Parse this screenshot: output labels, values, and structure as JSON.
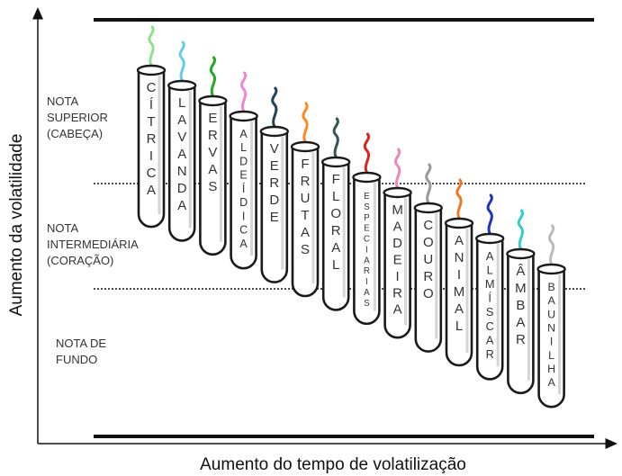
{
  "axes": {
    "y_label": "Aumento da volatilidade",
    "x_label": "Aumento do tempo de volatilização"
  },
  "notes": [
    {
      "lines": [
        "NOTA",
        "SUPERIOR",
        "(CABEÇA)"
      ]
    },
    {
      "lines": [
        "NOTA",
        "INTERMEDIÁRIA",
        "(CORAÇÃO)"
      ]
    },
    {
      "lines": [
        "NOTA DE",
        "FUNDO"
      ]
    }
  ],
  "tubes": [
    {
      "label": "CÍTRICA",
      "smoke_color": "#8fe08f"
    },
    {
      "label": "LAVANDA",
      "smoke_color": "#66ccee"
    },
    {
      "label": "ERVAS",
      "smoke_color": "#22aa22"
    },
    {
      "label": "ALDEÍDICA",
      "smoke_color": "#ee88cc"
    },
    {
      "label": "VERDE",
      "smoke_color": "#224455"
    },
    {
      "label": "FRUTAS",
      "smoke_color": "#ff8822"
    },
    {
      "label": "FLORAL",
      "smoke_color": "#335555"
    },
    {
      "label": "ESPECIARIAS",
      "smoke_color": "#dd2222"
    },
    {
      "label": "MADEIRA",
      "smoke_color": "#ee88bb"
    },
    {
      "label": "COURO",
      "smoke_color": "#999999"
    },
    {
      "label": "ANIMAL",
      "smoke_color": "#ee7722"
    },
    {
      "label": "ALMÍSCAR",
      "smoke_color": "#2233bb"
    },
    {
      "label": "ÂMBAR",
      "smoke_color": "#33cccc"
    },
    {
      "label": "BAUNILHA",
      "smoke_color": "#bbbbbb"
    }
  ]
}
